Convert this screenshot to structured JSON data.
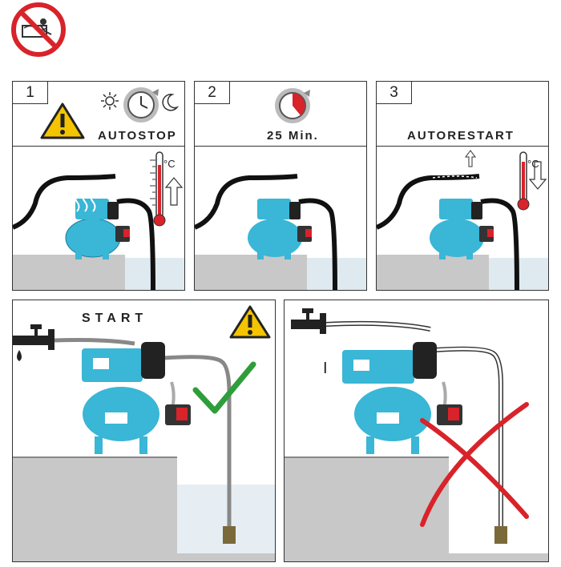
{
  "steps": [
    {
      "number": "1",
      "label": "AUTOSTOP"
    },
    {
      "number": "2",
      "label": "25 Min."
    },
    {
      "number": "3",
      "label": "AUTORESTART"
    }
  ],
  "bottom_left": {
    "label": "START"
  },
  "bottom_right": {
    "label": "I"
  },
  "thermometer_unit": "°C",
  "icons": [
    "no-washing-sign-icon",
    "warning-icon",
    "sun-icon",
    "moon-icon",
    "clock-icon",
    "timer-icon",
    "thermometer-icon",
    "arrow-up-icon",
    "arrow-down-icon",
    "faucet-icon",
    "checkmark-icon",
    "cross-icon"
  ],
  "colors": {
    "pump_blue": "#3ab6d6",
    "hose": "#111111",
    "warning_yellow": "#f5c400",
    "red": "#d8232a",
    "green": "#2e9e3a",
    "floor": "#c8c8c8"
  }
}
